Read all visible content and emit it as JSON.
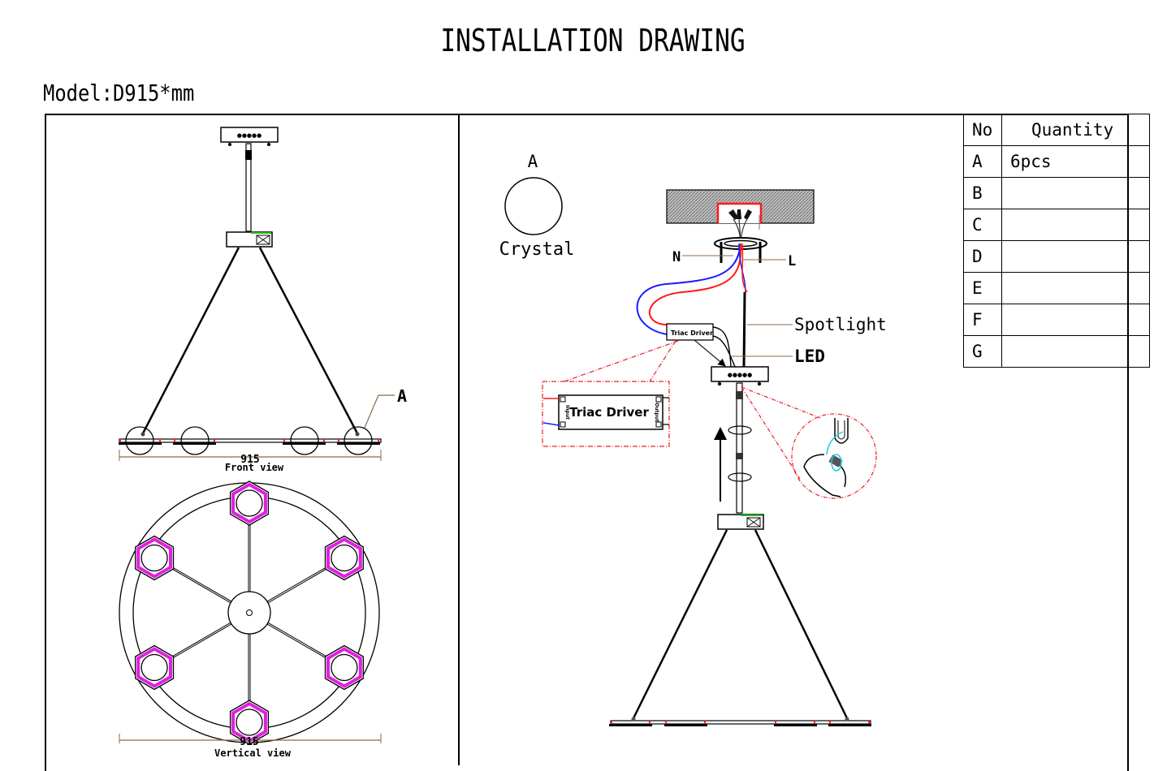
{
  "page": {
    "title": "INSTALLATION DRAWING",
    "model": "Model:D915*mm"
  },
  "front_view": {
    "dimension": "915",
    "caption": "Front view",
    "callout": "A"
  },
  "vertical_view": {
    "dimension": "915",
    "caption": "Vertical view"
  },
  "part_legend": {
    "letter": "A",
    "name": "Crystal"
  },
  "install": {
    "neutral_label": "N",
    "live_label": "L",
    "spotlight_label": "Spotlight",
    "led_label": "LED",
    "driver_small": "Triac Driver",
    "driver_large": "Triac Driver",
    "driver_input": "Input",
    "driver_output": "Output"
  },
  "colors": {
    "neutral_wire": "#1a1aff",
    "live_wire": "#ff1a1a",
    "detail_outline": "#e8202a",
    "leader": "#8b6a4a",
    "hexagon": "#e21ee2",
    "twist_arrow": "#1ec8e0"
  },
  "quantity_table": {
    "headers": [
      "No",
      "Quantity"
    ],
    "rows": [
      {
        "no": "A",
        "qty": "6pcs"
      },
      {
        "no": "B",
        "qty": ""
      },
      {
        "no": "C",
        "qty": ""
      },
      {
        "no": "D",
        "qty": ""
      },
      {
        "no": "E",
        "qty": ""
      },
      {
        "no": "F",
        "qty": ""
      },
      {
        "no": "G",
        "qty": ""
      }
    ]
  }
}
